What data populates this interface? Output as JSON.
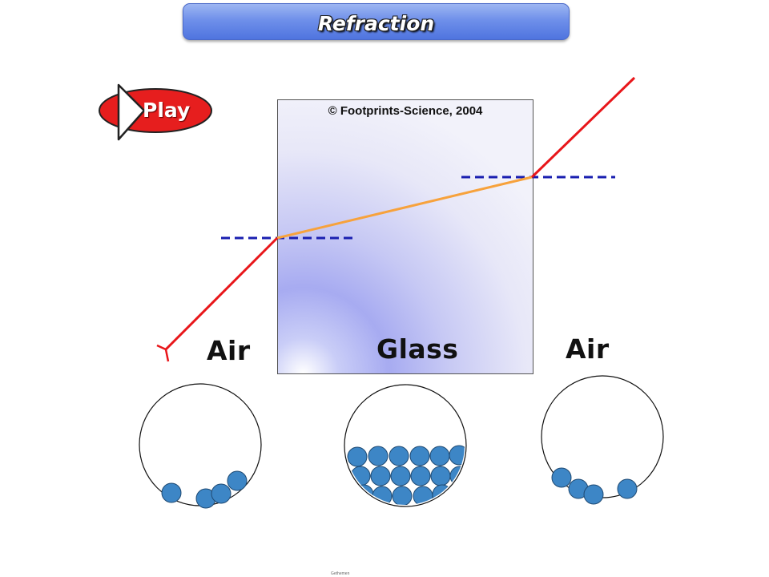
{
  "header": {
    "title": "Refraction"
  },
  "controls": {
    "play_label": "Play"
  },
  "diagram": {
    "copyright": "© Footprints-Science, 2004",
    "labels": {
      "air_left": "Air",
      "glass": "Glass",
      "air_right": "Air"
    },
    "colors": {
      "incident_ray": "#e8161a",
      "refracted_ray": "#f7a23c",
      "normal_line": "#1a1fb0",
      "particle": "#3d86c6",
      "play_button": "#e61e1e"
    }
  },
  "footer": {
    "note": "Gethemen"
  }
}
